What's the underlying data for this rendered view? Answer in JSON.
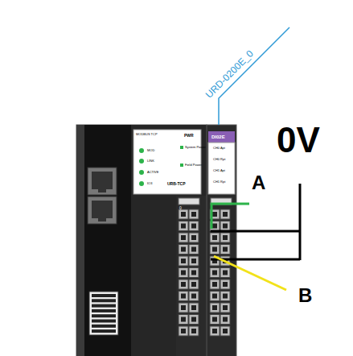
{
  "diagram": {
    "labels": [
      "URD-0200E_0",
      "0V",
      "A",
      "B",
      "MODBUS TCP",
      "PWR",
      "System Power",
      "Field Power",
      "MOD",
      "LINK",
      "ACTIVE",
      "IO3",
      "URB-TCP",
      "DI02E",
      "CH0 Apt",
      "CH0 Rpt",
      "CH1 Apt",
      "CH1 Rpt",
      "0"
    ]
  }
}
